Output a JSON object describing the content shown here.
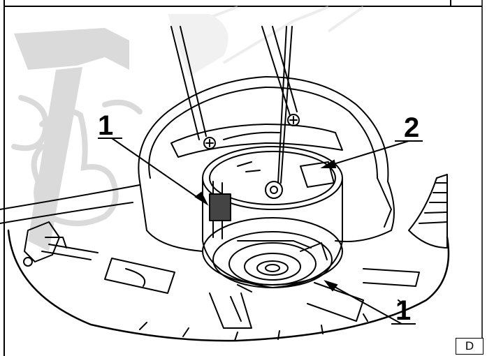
{
  "callouts": [
    {
      "id": "left",
      "text": "1"
    },
    {
      "id": "right-top",
      "text": "2"
    },
    {
      "id": "right-bottom",
      "text": "1"
    }
  ],
  "page_letter": "D",
  "watermark": {
    "text": "B",
    "color": "#d9d9d9"
  }
}
